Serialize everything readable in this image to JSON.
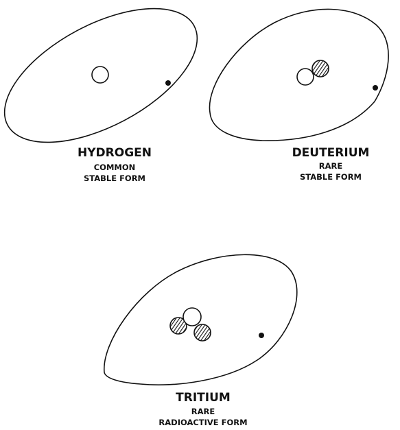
{
  "atoms": [
    {
      "name": "HYDROGEN",
      "line1": "COMMON",
      "line2": "STABLE FORM",
      "protons": 1,
      "neutrons": 0,
      "electrons": 1
    },
    {
      "name": "DEUTERIUM",
      "line1": "RARE",
      "line2": "STABLE FORM",
      "protons": 1,
      "neutrons": 1,
      "electrons": 1
    },
    {
      "name": "TRITIUM",
      "line1": "RARE",
      "line2": "RADIOACTIVE FORM",
      "protons": 1,
      "neutrons": 2,
      "electrons": 1
    }
  ],
  "colors": {
    "ink": "#111111",
    "background": "#ffffff"
  }
}
